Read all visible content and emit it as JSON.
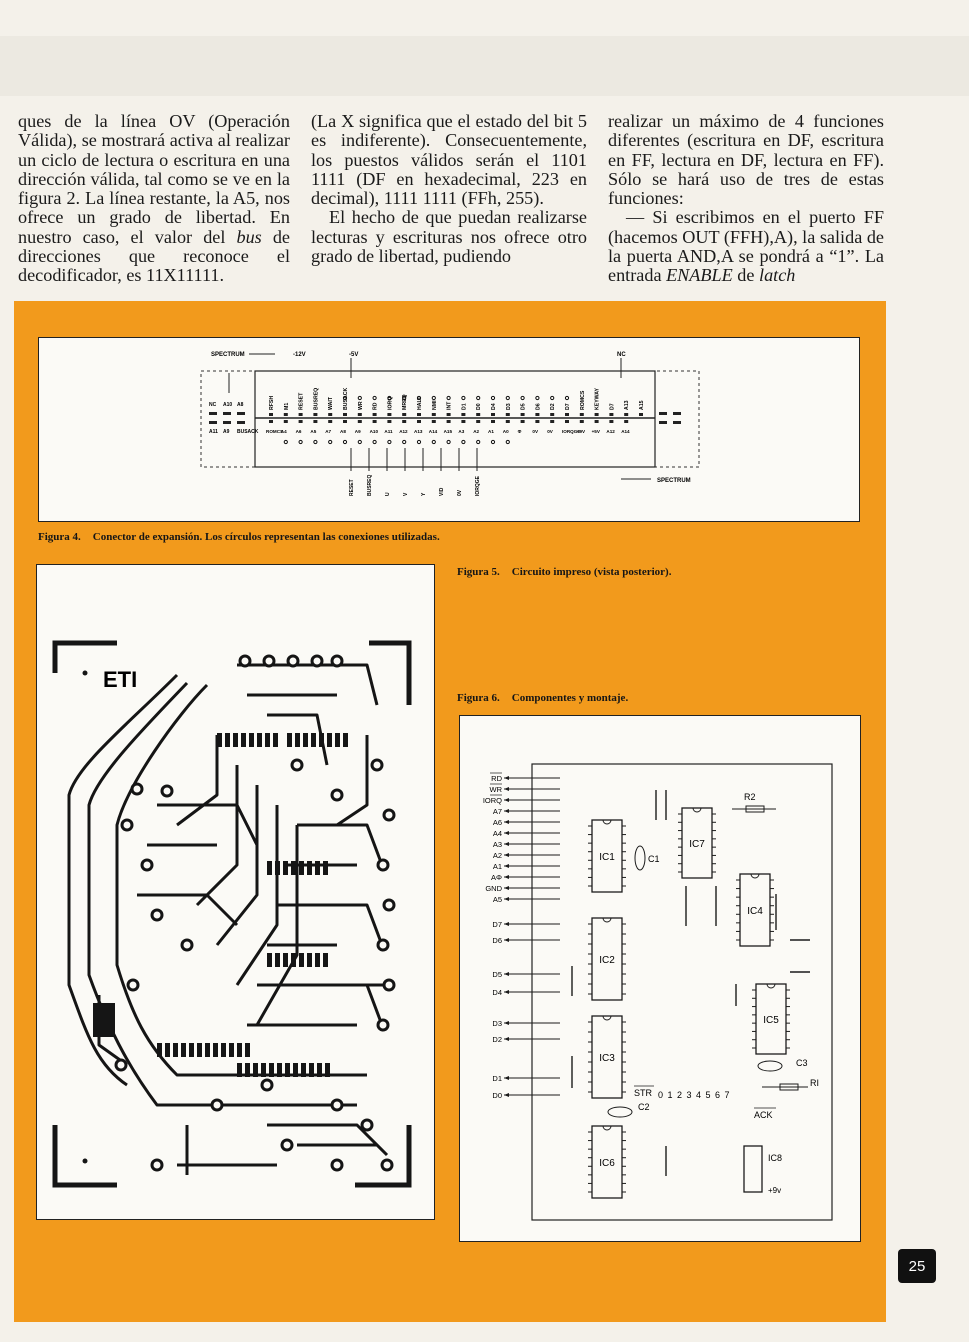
{
  "columns": {
    "col1": [
      "ques de la línea OV (Operación Válida), se mostrará activa al realizar un ciclo de lectura o escritura en una dirección válida, tal como se ve en la figura 2. La línea restante, la A5, nos ofrece un grado de libertad. En nuestro caso, el valor del ",
      "bus",
      " de direcciones que reconoce el decodificador, es 11X11111."
    ],
    "col2_p1": "(La X significa que el estado del bit 5 es indiferente). Consecuentemente, los puestos válidos serán el 1101 1111 (DF en hexadecimal, 223 en decimal), 1111 1111 (FFh, 255).",
    "col2_p2": "El hecho de que puedan realizarse lecturas y escrituras nos ofrece otro grado de libertad, pudiendo",
    "col3_p1": "realizar un máximo de 4 funciones diferentes (escritura en DF, escritura en FF, lectura en DF, lectura en FF). Sólo se hará uso de tres de estas funciones:",
    "col3_p2a": "— Si escribimos en el puerto FF (hacemos OUT (FFH),A), la salida de la puerta AND,A se pondrá a “1”. La entrada ",
    "col3_p2b": "ENABLE",
    "col3_p2c": " de ",
    "col3_p2d": "latch"
  },
  "fig4": {
    "label": "Figura 4.",
    "text": "Conector de expansión. Los círculos representan las conexiones utilizadas.",
    "top_labels": {
      "spectrum": "SPECTRUM",
      "m12v": "-12V",
      "m5v": "-5V",
      "nc": "NC"
    },
    "bottom_labels": {
      "spectrum": "SPECTRUM"
    },
    "upper_pins": [
      "RFSH",
      "M1",
      "RESET",
      "BUSREQ",
      "WAIT",
      "BUSACK",
      "WR",
      "RD",
      "IORQ",
      "MREQ",
      "HALT",
      "NMI",
      "INT",
      "D1",
      "D0",
      "D4",
      "D3",
      "D5",
      "D6",
      "D2",
      "D7",
      "ROMCS",
      "KEYWAY",
      "D7",
      "A13",
      "A15"
    ],
    "lower_pins": [
      "ROMCS",
      "A4",
      "A6",
      "A5",
      "A7",
      "A8",
      "A9",
      "A10",
      "A11",
      "A12",
      "A13",
      "A14",
      "A15",
      "A3",
      "A2",
      "A1",
      "A0",
      "Φ",
      "0V",
      "0V",
      "IORQGE",
      "+9V",
      "+5V",
      "A12",
      "A14"
    ],
    "left_pins_top": [
      "NC",
      "A10",
      "A8"
    ],
    "left_pins_bottom": [
      "A11",
      "A9",
      "BUSACK"
    ],
    "bottom_signals": [
      "RESET",
      "BUSREQ",
      "U",
      "V",
      "Y",
      "VID",
      "0V",
      "IORQGE"
    ]
  },
  "fig5": {
    "label": "Figura 5.",
    "text": "Circuito impreso (vista posterior).",
    "logo": "ETI"
  },
  "fig6": {
    "label": "Figura 6.",
    "text": "Componentes y montaje.",
    "signals": [
      "RD",
      "WR",
      "IORQ",
      "A7",
      "A6",
      "A4",
      "A3",
      "A2",
      "A1",
      "AΦ",
      "GND",
      "A5",
      "D7",
      "D6",
      "D5",
      "D4",
      "D3",
      "D2",
      "D1",
      "D0"
    ],
    "ics": [
      "IC1",
      "IC2",
      "IC3",
      "IC6",
      "IC7",
      "IC4",
      "IC5",
      "IC8"
    ],
    "components": {
      "c1": "C1",
      "c2": "C2",
      "c3": "C3",
      "r1": "RI",
      "r2": "R2"
    },
    "str_label": "STR",
    "str_digits": "0 1 2 3 4 5 6 7",
    "ack": "ACK",
    "supply": "+9v"
  },
  "page_number": "25"
}
